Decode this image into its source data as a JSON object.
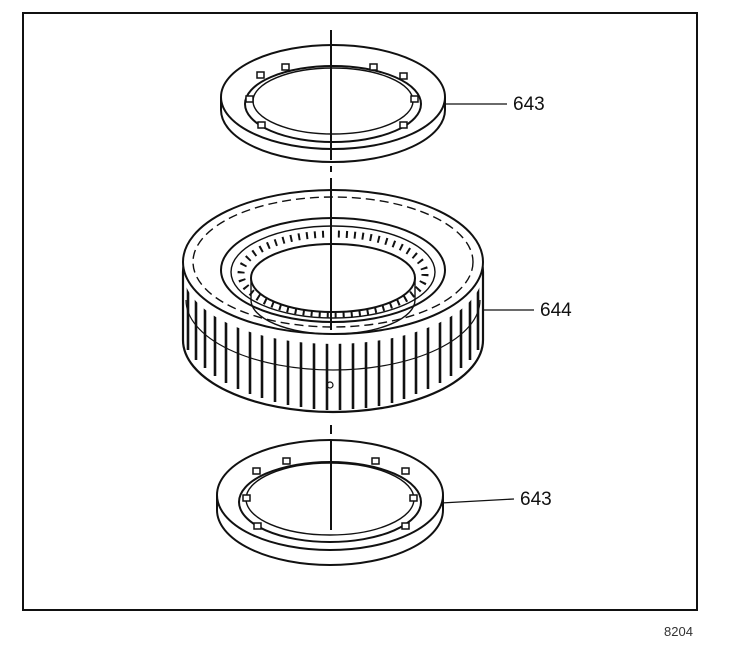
{
  "callouts": {
    "top_washer": "643",
    "sprag_assembly": "644",
    "bottom_washer": "643"
  },
  "figure_id": "8204"
}
